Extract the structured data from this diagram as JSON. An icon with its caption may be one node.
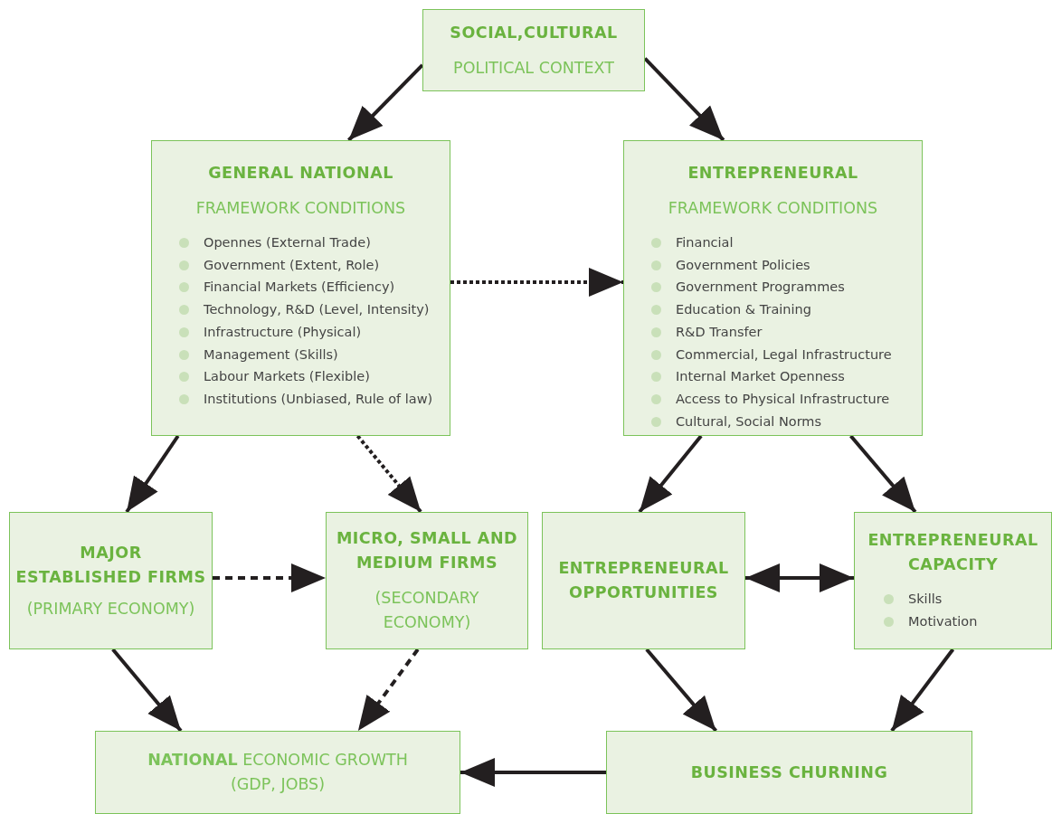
{
  "diagram": {
    "nodes": [
      {
        "text": [
          "SOCIAL,CULTURAL",
          "POLITICAL CONTEXT"
        ]
      },
      {
        "text": [
          "GENERAL NATIONAL",
          "FRAMEWORK CONDITIONS",
          "Opennes (External Trade)",
          "Government (Extent, Role)",
          "Financial Markets (Efficiency)",
          "Technology, R&D (Level, Intensity)",
          "Infrastructure (Physical)",
          "Management (Skills)",
          "Labour Markets (Flexible)",
          "Institutions (Unbiased, Rule of law)"
        ]
      },
      {
        "text": [
          "ENTREPRENEURAL",
          "FRAMEWORK CONDITIONS",
          "Financial",
          "Government Policies",
          "Government Programmes",
          "Education & Training",
          "R&D Transfer",
          "Commercial, Legal Infrastructure",
          "Internal Market Openness",
          "Access to Physical Infrastructure",
          "Cultural, Social Norms"
        ]
      },
      {
        "text": [
          "MAJOR ESTABLISHED FIRMS",
          "(PRIMARY ECONOMY)"
        ]
      },
      {
        "text": [
          "MICRO, SMALL AND MEDIUM FIRMS",
          "(SECONDARY ECONOMY)"
        ]
      },
      {
        "text": [
          "ENTREPRENEURAL OPPORTUNITIES"
        ]
      },
      {
        "text": [
          "ENTREPRENEURAL CAPACITY",
          "Skills",
          "Motivation"
        ]
      },
      {
        "text": [
          "**NATIONAL** ECONOMIC GROWTH",
          "(GDP, JOBS)"
        ]
      },
      {
        "text": [
          "BUSINESS CHURNING"
        ]
      }
    ],
    "edges": [
      {
        "from": 0,
        "to": 1,
        "arrow": "to"
      },
      {
        "from": 0,
        "to": 2,
        "arrow": "to"
      },
      {
        "from": 1,
        "to": 2,
        "arrow": "to",
        "style": "dashed"
      },
      {
        "from": 1,
        "to": 3,
        "arrow": "to"
      },
      {
        "from": 1,
        "to": 4,
        "arrow": "to",
        "style": "dashed"
      },
      {
        "from": 2,
        "to": 5,
        "arrow": "to"
      },
      {
        "from": 2,
        "to": 6,
        "arrow": "to"
      },
      {
        "from": 3,
        "to": 4,
        "arrow": "to",
        "style": "dashed"
      },
      {
        "from": 5,
        "to": 6,
        "arrow": "both"
      },
      {
        "from": 3,
        "to": 7,
        "arrow": "to"
      },
      {
        "from": 4,
        "to": 7,
        "arrow": "to",
        "style": "dashed"
      },
      {
        "from": 5,
        "to": 8,
        "arrow": "to"
      },
      {
        "from": 6,
        "to": 8,
        "arrow": "to"
      },
      {
        "from": 8,
        "to": 7,
        "arrow": "to"
      }
    ]
  }
}
